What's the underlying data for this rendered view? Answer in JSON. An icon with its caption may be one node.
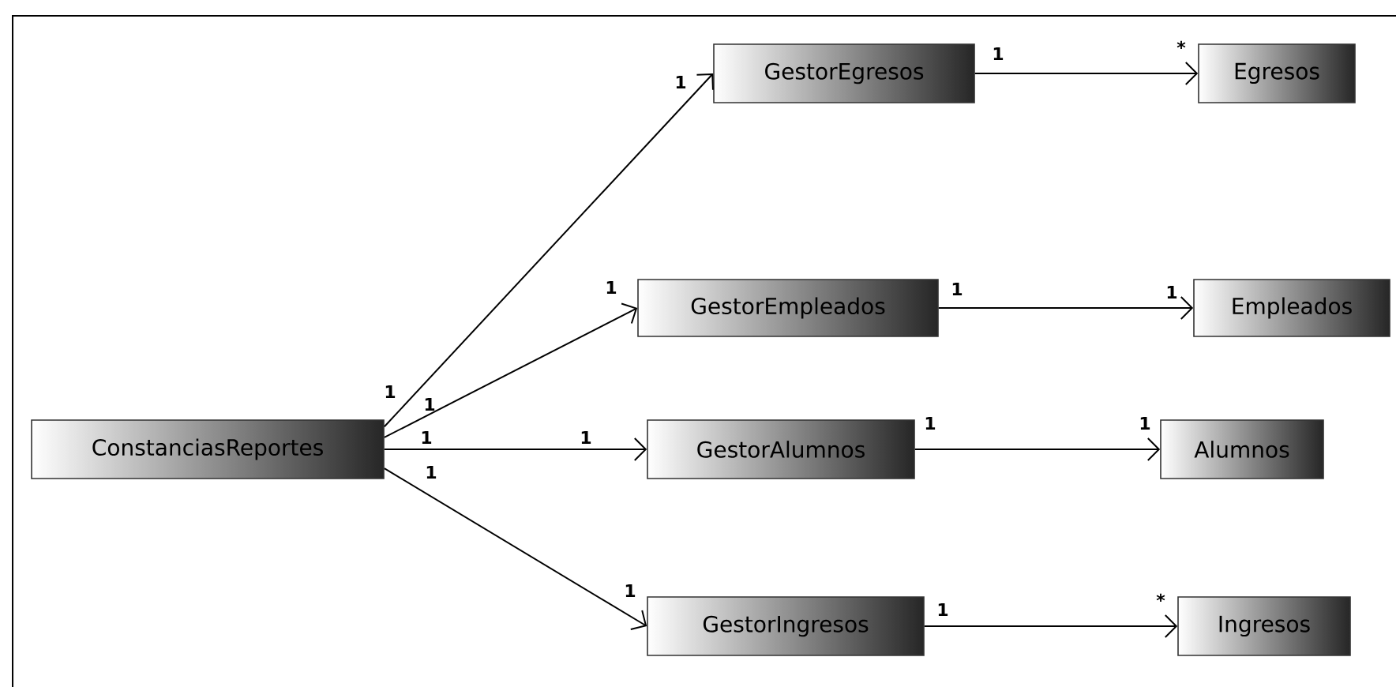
{
  "diagram": {
    "nodes": [
      {
        "text": [
          "ConstanciasReportes"
        ]
      },
      {
        "text": [
          "GestorEgresos"
        ]
      },
      {
        "text": [
          "Egresos"
        ]
      },
      {
        "text": [
          "GestorEmpleados"
        ]
      },
      {
        "text": [
          "Empleados"
        ]
      },
      {
        "text": [
          "GestorAlumnos"
        ]
      },
      {
        "text": [
          "Alumnos"
        ]
      },
      {
        "text": [
          "GestorIngresos"
        ]
      },
      {
        "text": [
          "Ingresos"
        ]
      }
    ],
    "edges": [
      {
        "from": 0,
        "to": 1,
        "arrow": "to"
      },
      {
        "from": 0,
        "to": 3,
        "arrow": "to"
      },
      {
        "from": 0,
        "to": 5,
        "arrow": "to"
      },
      {
        "from": 0,
        "to": 7,
        "arrow": "to"
      },
      {
        "from": 1,
        "to": 2,
        "arrow": "to"
      },
      {
        "from": 3,
        "to": 4,
        "arrow": "to"
      },
      {
        "from": 5,
        "to": 6,
        "arrow": "to"
      },
      {
        "from": 7,
        "to": 8,
        "arrow": "to"
      }
    ],
    "labels": [
      "1",
      "*",
      "1",
      "1",
      "1",
      "1",
      "1",
      "1",
      "1",
      "1",
      "1",
      "1",
      "1",
      "1",
      "1",
      "*"
    ]
  }
}
